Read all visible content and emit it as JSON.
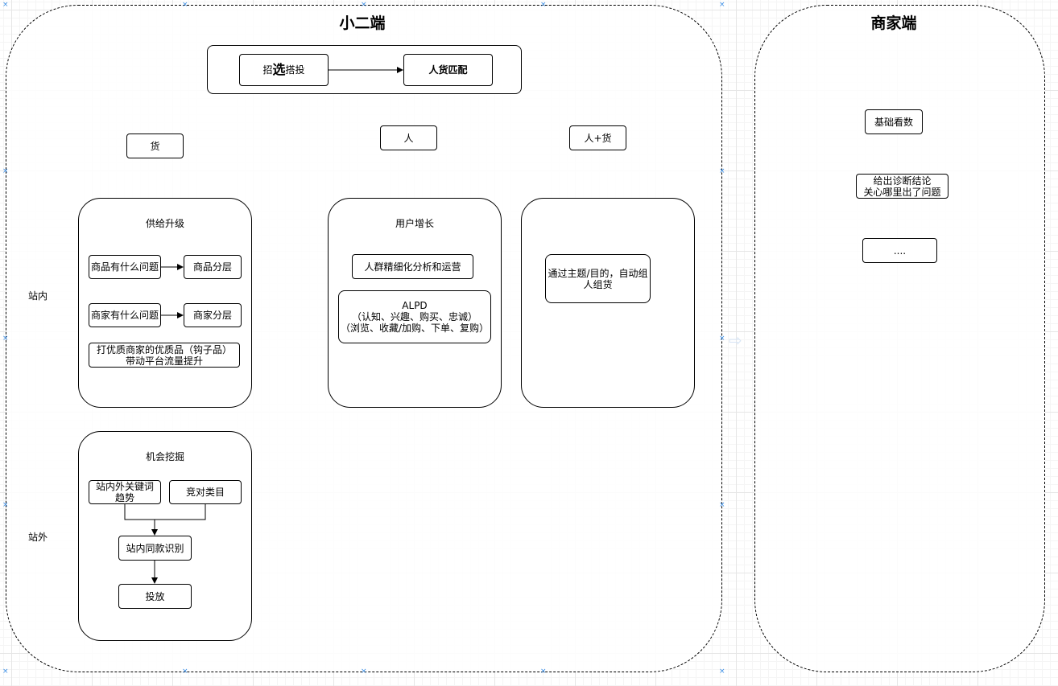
{
  "containers": {
    "left_title": "小二端",
    "right_title": "商家端"
  },
  "top_flow": {
    "zhaoxuan_prefix": "招",
    "zhaoxuan_bold": "选",
    "zhaoxuan_suffix": "搭投",
    "match": "人货匹配"
  },
  "categories": {
    "goods": "货",
    "people": "人",
    "people_goods": "人+货"
  },
  "side_labels": {
    "inside": "站内",
    "outside": "站外"
  },
  "supply": {
    "title": "供给升级",
    "goods_problem": "商品有什么问题",
    "goods_layer": "商品分层",
    "merchant_problem": "商家有什么问题",
    "merchant_layer": "商家分层",
    "quality": "打优质商家的优质品（钩子品）\n带动平台流量提升"
  },
  "growth": {
    "title": "用户增长",
    "crowd": "人群精细化分析和运营",
    "alpd": "ALPD\n（认知、兴趣、购买、忠诚）\n（浏览、收藏/加购、下单、复购）"
  },
  "people_goods_panel": {
    "auto": "通过主题/目的，自动组\n人组货"
  },
  "opportunity": {
    "title": "机会挖掘",
    "keywords": "站内外关键词\n趋势",
    "competitor": "竞对类目",
    "same_item": "站内同款识别",
    "delivery": "投放"
  },
  "merchant": {
    "basic": "基础看数",
    "diagnosis": "给出诊断结论\n关心哪里出了问题",
    "more": "...."
  }
}
